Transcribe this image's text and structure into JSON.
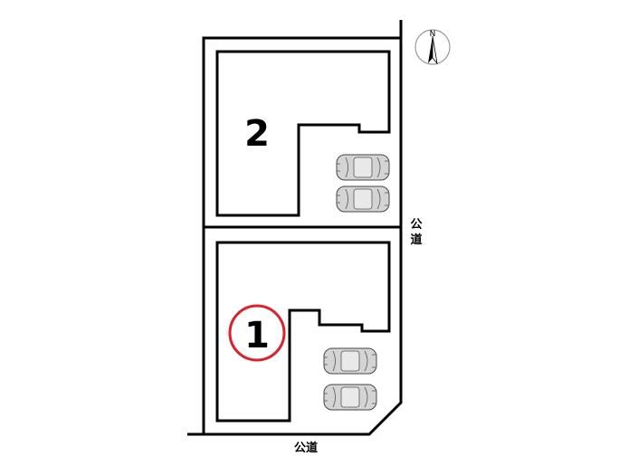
{
  "lots": [
    {
      "id": "lot-2",
      "number": "2",
      "highlighted": false
    },
    {
      "id": "lot-1",
      "number": "1",
      "highlighted": true
    }
  ],
  "roads": {
    "east": "公道",
    "south": "公道"
  },
  "compass": {
    "label": "N"
  },
  "colors": {
    "outline": "#000000",
    "highlight_circle": "#d9222a",
    "car_body": "#d4d4d4"
  }
}
